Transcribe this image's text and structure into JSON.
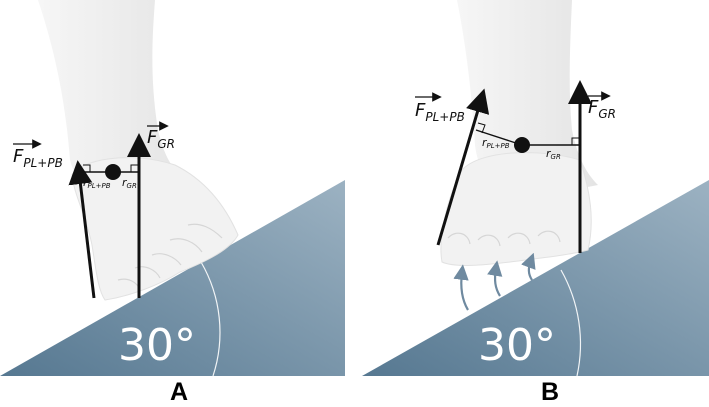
{
  "panels": [
    {
      "label": "A",
      "angle_label": "30°",
      "force_pl_pb": {
        "main": "F",
        "sub": "PL+PB"
      },
      "force_gr": {
        "main": "F",
        "sub": "GR"
      },
      "lever_pl_pb": {
        "main": "r",
        "sub": "PL+PB"
      },
      "lever_gr": {
        "main": "r",
        "sub": "GR"
      }
    },
    {
      "label": "B",
      "angle_label": "30°",
      "force_pl_pb": {
        "main": "F",
        "sub": "PL+PB"
      },
      "force_gr": {
        "main": "F",
        "sub": "GR"
      },
      "lever_pl_pb": {
        "main": "r",
        "sub": "PL+PB"
      },
      "lever_gr": {
        "main": "r",
        "sub": "GR"
      }
    }
  ],
  "colors": {
    "slope_dark": "#5f7f97",
    "slope_light": "#8aa4b6",
    "foot": "#f1f1f1",
    "foot_edge": "#d9d9d9",
    "pressure_arrow": "#6f8aa0",
    "line": "#111111"
  }
}
